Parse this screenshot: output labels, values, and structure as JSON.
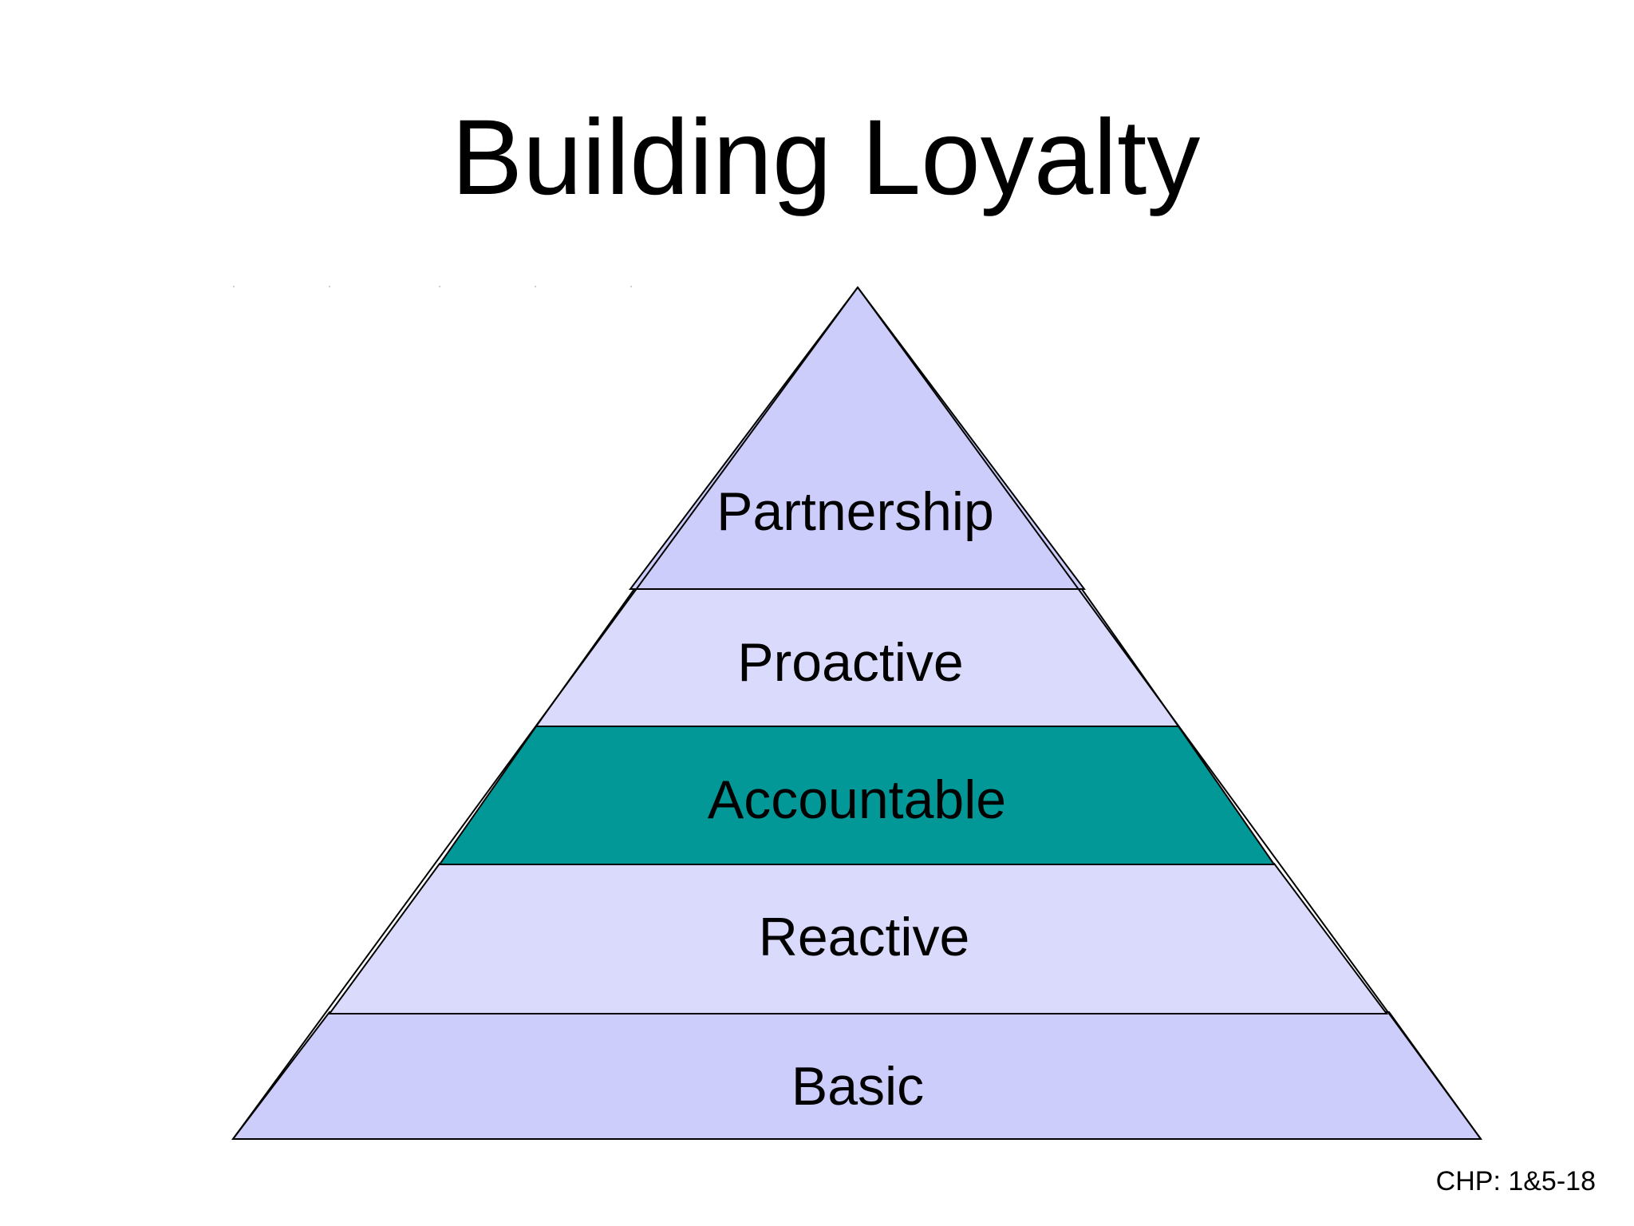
{
  "slide": {
    "title": "Building Loyalty",
    "footer": "CHP: 1&5-18"
  },
  "pyramid": {
    "layers": [
      {
        "label": "Partnership",
        "fill": "#cccdfa"
      },
      {
        "label": "Proactive",
        "fill": "#dadafc"
      },
      {
        "label": "Accountable",
        "fill": "#039898"
      },
      {
        "label": "Reactive",
        "fill": "#dadafc"
      },
      {
        "label": "Basic",
        "fill": "#cccdfa"
      }
    ],
    "outline_color": "#000000"
  }
}
